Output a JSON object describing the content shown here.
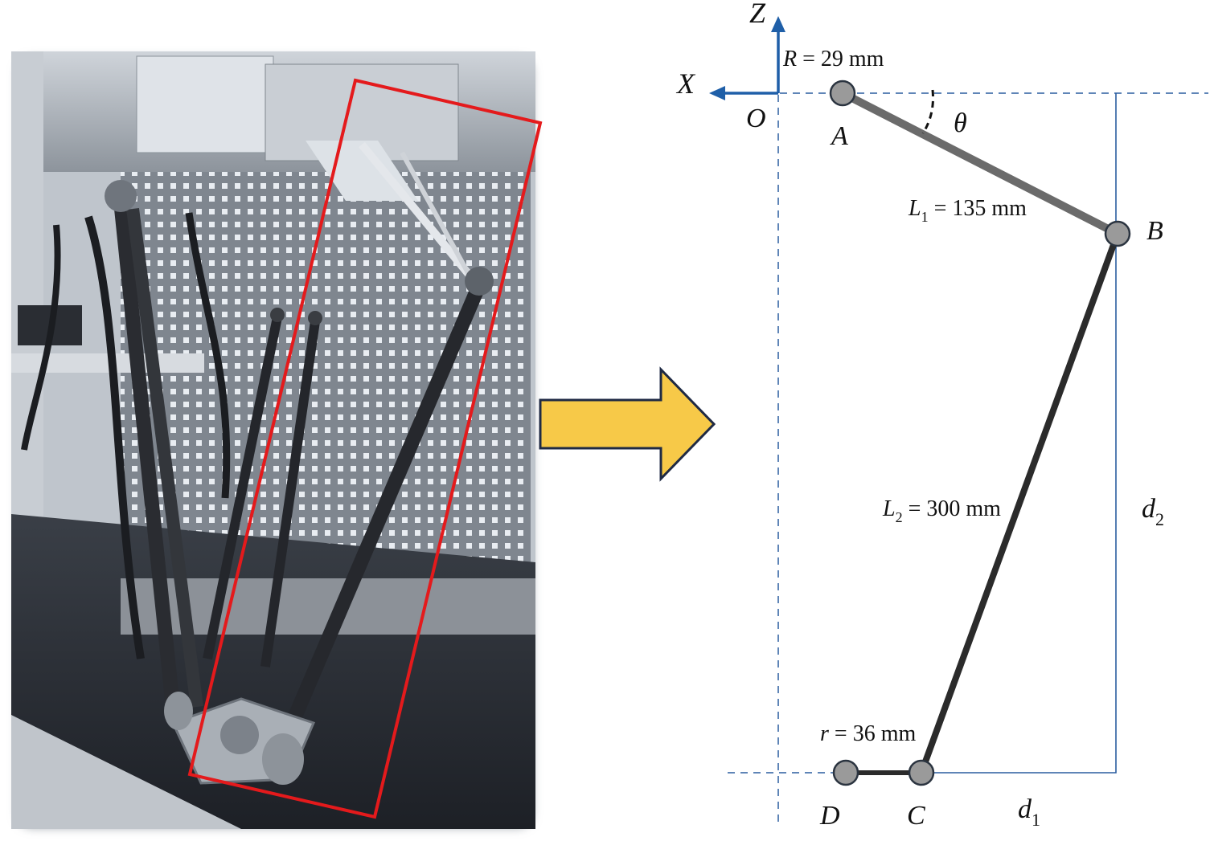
{
  "photo": {
    "description_icon": "delta-robot-photo",
    "highlight_color": "#e41a1c"
  },
  "arrow": {
    "icon": "right-arrow-icon",
    "fill": "#f7c948",
    "stroke": "#1f2a44"
  },
  "diagram": {
    "axis_z": "Z",
    "axis_x": "X",
    "origin": "O",
    "radius_R": {
      "sym": "R",
      "eq": " = 29 mm"
    },
    "point_a": "A",
    "point_b": "B",
    "point_c": "C",
    "point_d": "D",
    "angle": "θ",
    "link1": {
      "sym": "L",
      "sub": "1",
      "eq": " = 135 mm"
    },
    "link2": {
      "sym": "L",
      "sub": "2",
      "eq": " = 300 mm"
    },
    "radius_r": {
      "sym": "r",
      "eq": " = 36 mm"
    },
    "dim_d1": {
      "sym": "d",
      "sub": "1"
    },
    "dim_d2": {
      "sym": "d",
      "sub": "2"
    },
    "colors": {
      "axis": "#1f5fa8",
      "guide": "#2a5d9f",
      "link1": "#6b6b6b",
      "link2": "#2b2b2b",
      "joint": "#9a9a9a"
    }
  }
}
